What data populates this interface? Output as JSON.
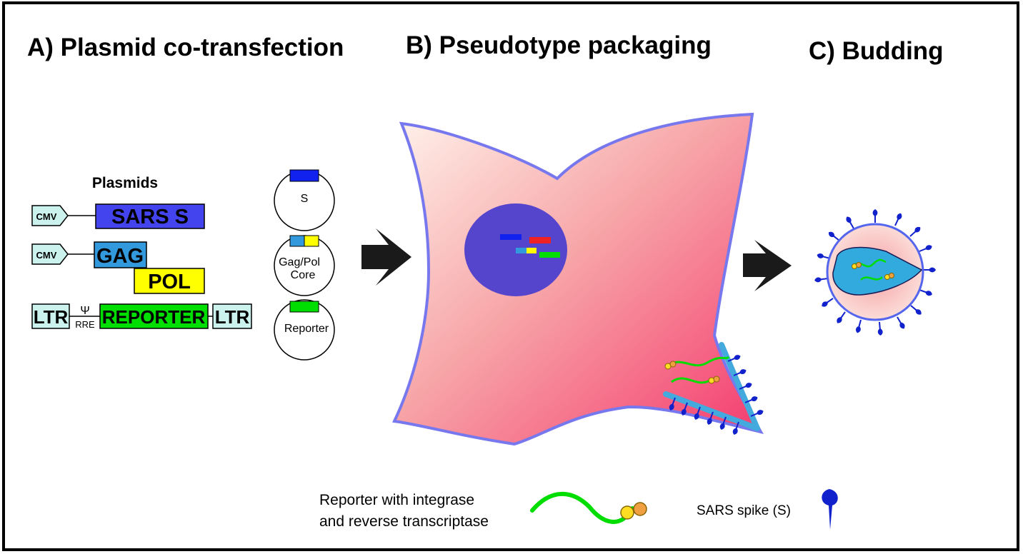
{
  "titles": {
    "a": "A) Plasmid co-transfection",
    "b": "B) Pseudotype packaging",
    "c": "C) Budding"
  },
  "plasmids": {
    "heading": "Plasmids",
    "cmv": "CMV",
    "sars_s": "SARS S",
    "gag": "GAG",
    "pol": "POL",
    "ltr": "LTR",
    "psi": "Ψ",
    "rre": "RRE",
    "reporter": "REPORTER"
  },
  "circles": {
    "s": "S",
    "gagpol_1": "Gag/Pol",
    "gagpol_2": "Core",
    "reporter": "Reporter"
  },
  "legend": {
    "reporter_1": "Reporter with integrase",
    "reporter_2": "and reverse transcriptase",
    "spike": "SARS spike (S)"
  },
  "colors": {
    "sars_s": "#4444ee",
    "gag": "#3399dd",
    "pol": "#ffff00",
    "reporter": "#00dd00",
    "ltr": "#ccf2ee",
    "cell_outline": "#7777ee",
    "nucleus": "#5544cc",
    "spike": "#1122cc",
    "membrane": "#44aadd",
    "red_gene": "#ee2222"
  }
}
